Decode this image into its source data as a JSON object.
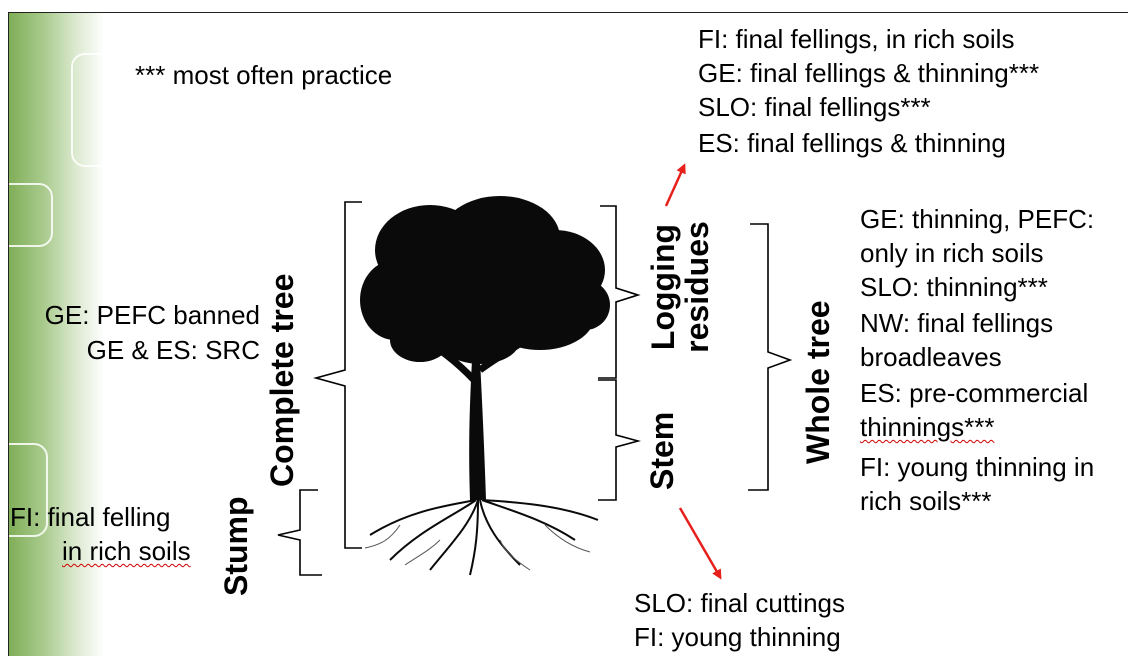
{
  "note": "*** most often practice",
  "top_right": [
    "FI: final fellings, in rich soils",
    "GE: final fellings & thinning***",
    "SLO: final fellings***",
    "ES: final fellings & thinning"
  ],
  "left_complete": [
    "GE: PEFC banned",
    "GE & ES: SRC"
  ],
  "left_stump": [
    "FI: final felling",
    "in rich soils"
  ],
  "whole_tree_notes": [
    "GE: thinning, PEFC:",
    "only in rich soils",
    "SLO: thinning***",
    "NW: final fellings",
    "broadleaves",
    "ES: pre-commercial",
    "thinnings***",
    "FI: young thinning in",
    "rich soils***"
  ],
  "bottom": [
    "SLO: final cuttings",
    "FI: young thinning"
  ],
  "labels": {
    "complete_tree": "Complete tree",
    "stump": "Stump",
    "logging": "Logging",
    "residues": "residues",
    "stem": "Stem",
    "whole_tree": "Whole tree"
  },
  "colors": {
    "arrow": "#e8201c",
    "band": "#7fae58",
    "squiggle": "#d00000"
  }
}
